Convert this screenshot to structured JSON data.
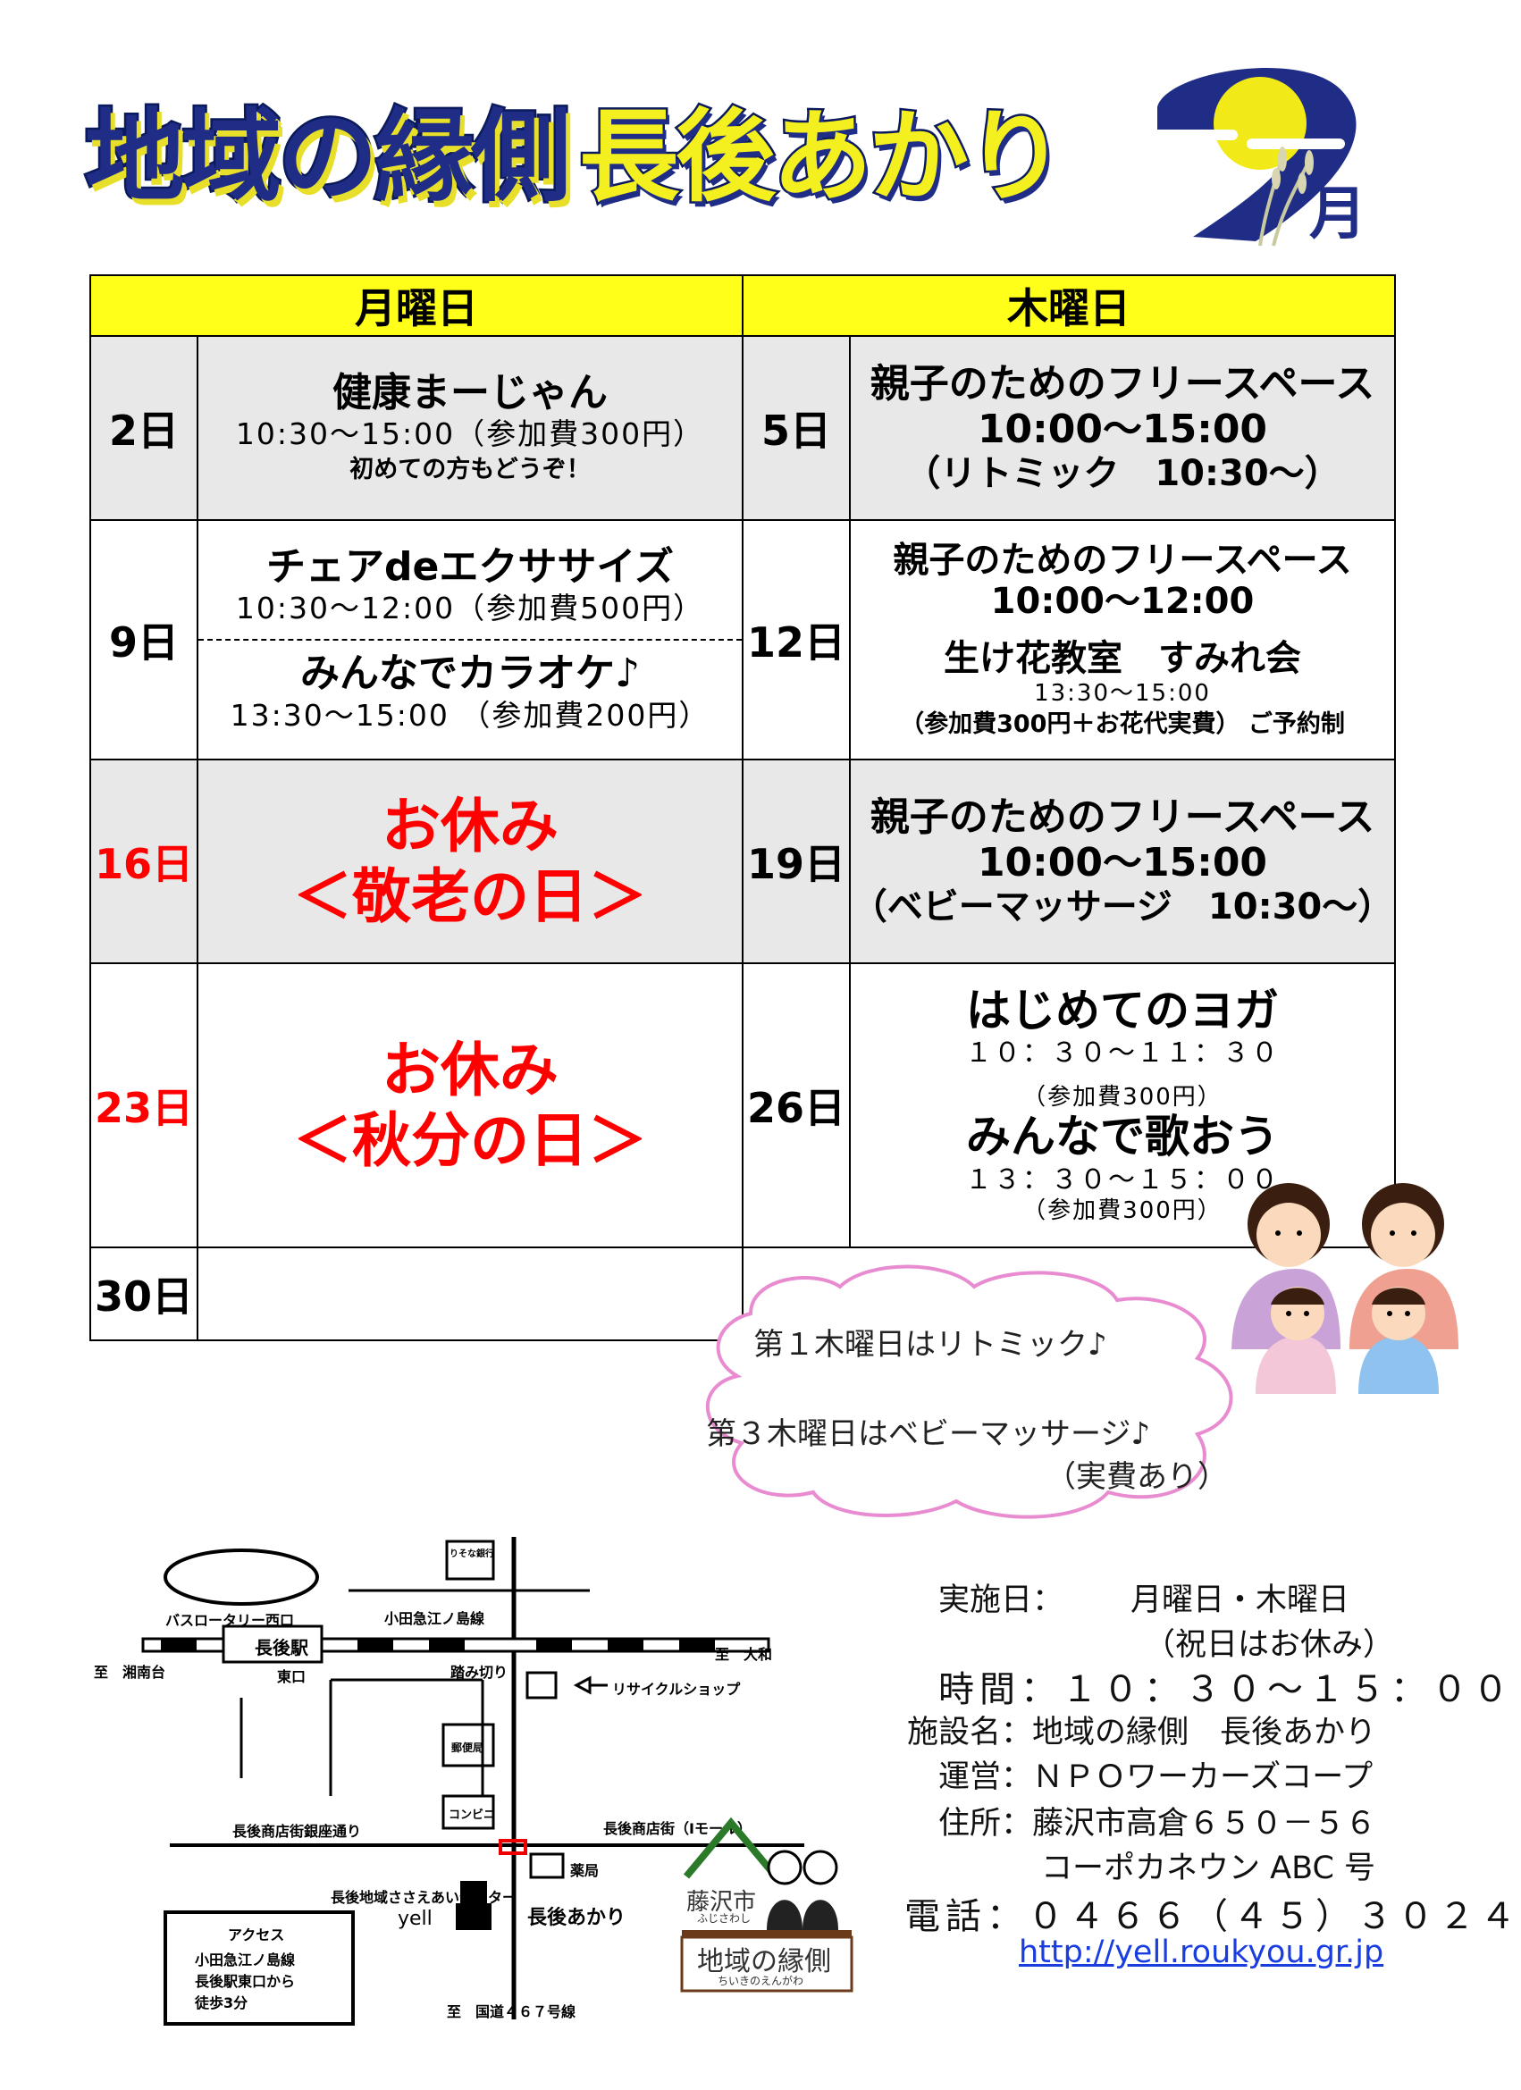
{
  "header": {
    "title_part1": "地域の縁側",
    "title_part2": "長後あかり",
    "month_numeral": "9",
    "month_suffix": "月"
  },
  "table": {
    "col_monday": "月曜日",
    "col_thursday": "木曜日",
    "rows": [
      {
        "mon_day": "2日",
        "mon_title": "健康まーじゃん",
        "mon_time": "10:30～15:00（参加費300円）",
        "mon_note": "初めての方もどうぞ！",
        "thu_day": "5日",
        "thu_title": "親子のためのフリースペース",
        "thu_time": "10:00～15:00",
        "thu_note": "（リトミック　10:30～）"
      },
      {
        "mon_day": "9日",
        "mon_title1": "チェアdeエクササイズ",
        "mon_time1": "10:30～12:00（参加費500円）",
        "mon_title2": "みんなでカラオケ♪",
        "mon_time2": "13:30～15:00 （参加費200円）",
        "thu_day": "12日",
        "thu_title1": "親子のためのフリースペース",
        "thu_time1": "10:00～12:00",
        "thu_title2": "生け花教室　すみれ会",
        "thu_time2": "13:30～15:00",
        "thu_note2": "（参加費300円＋お花代実費） ご予約制"
      },
      {
        "mon_day": "16日",
        "mon_line1": "お休み",
        "mon_line2": "＜敬老の日＞",
        "thu_day": "19日",
        "thu_title": "親子のためのフリースペース",
        "thu_time": "10:00～15:00",
        "thu_note": "（ベビーマッサージ　10:30～）"
      },
      {
        "mon_day": "23日",
        "mon_line1": "お休み",
        "mon_line2": "＜秋分の日＞",
        "thu_day": "26日",
        "thu_title1": "はじめてのヨガ",
        "thu_time1": "１０：３０～１１：３０",
        "thu_fee1": "（参加費300円）",
        "thu_title2": "みんなで歌おう",
        "thu_time2": "１３：３０～１５：００",
        "thu_fee2": "（参加費300円）"
      },
      {
        "mon_day": "30日"
      }
    ]
  },
  "cloud": {
    "line1": "第１木曜日はリトミック♪",
    "line2": "第３木曜日はベビーマッサージ♪",
    "line3": "（実費あり）"
  },
  "info": {
    "dates_label": "実施日：",
    "dates_value": "月曜日・木曜日",
    "dates_note": "（祝日はお休み）",
    "time": "時間：１０：３０～１５：００",
    "facility": "施設名：地域の縁側　長後あかり",
    "operator": "運営：ＮＰＯワーカーズコープ",
    "address1": "住所：藤沢市高倉６５０－５６",
    "address2": "コーポカネウン ABC 号",
    "phone": "電話：０４６６（４５）３０２４",
    "url": "http://yell.roukyou.gr.jp"
  },
  "map": {
    "risona": "りそな銀行",
    "bus": "バスロータリー西口",
    "odakyu_top": "小田急江ノ島線",
    "station": "長後駅",
    "to_shonandai": "至　湘南台",
    "east_exit": "東口",
    "crossing": "踏み切り",
    "recycle": "リサイクルショップ",
    "to_yamato": "至　大和",
    "post": "郵便局",
    "shopping_street": "長後商店街銀座通り",
    "convenience": "コンビニ",
    "shopping_st2": "長後商店街（Iモール）",
    "pharmacy": "薬局",
    "center": "長後地域ささえあいセンター",
    "yell": "yell",
    "akari": "長後あかり",
    "to_route": "至　国道４６７号線",
    "access_title": "アクセス",
    "access_line1": "小田急江ノ島線",
    "access_line2": "長後駅東口から",
    "access_line3": "徒歩3分"
  },
  "logo": {
    "city": "藤沢市",
    "city_kana": "ふじさわし",
    "name": "地域の縁側",
    "name_kana": "ちいきのえんがわ"
  },
  "colors": {
    "title_navy": "#1f2d86",
    "title_yellow": "#f4ef1e",
    "header_yellow": "#ffff1a",
    "holiday_red": "#ff0000",
    "cloud_pink": "#e88bd0"
  }
}
